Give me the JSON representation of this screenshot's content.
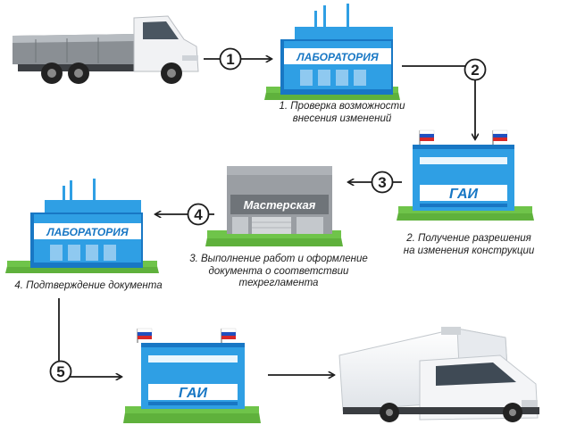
{
  "buildings": {
    "lab_top": "ЛАБОРАТОРИЯ",
    "gai_right": "ГАИ",
    "workshop": "Мастерская",
    "lab_left": "ЛАБОРАТОРИЯ",
    "gai_bottom": "ГАИ"
  },
  "steps": [
    {
      "number": "1",
      "caption_lines": [
        "1. Проверка возможности",
        "внесения изменений"
      ]
    },
    {
      "number": "2",
      "caption_lines": [
        "2. Получение разрешения",
        "на изменения конструкции"
      ]
    },
    {
      "number": "3",
      "caption_lines": [
        "3. Выполнение работ и оформление",
        "документа о соответствии",
        "техрегламента"
      ]
    },
    {
      "number": "4",
      "caption_lines": [
        "4. Подтверждение документа"
      ]
    },
    {
      "number": "5",
      "caption_lines": []
    }
  ],
  "colors": {
    "building_blue": "#2f9fe4",
    "building_dark": "#1877c4",
    "workshop_gray": "#9a9ea3",
    "grass": "#5fb13c",
    "arrow": "#1d1d1d"
  },
  "icons": [
    "flatbed-truck-icon",
    "refrigerated-van-icon",
    "russian-flag-icon"
  ]
}
